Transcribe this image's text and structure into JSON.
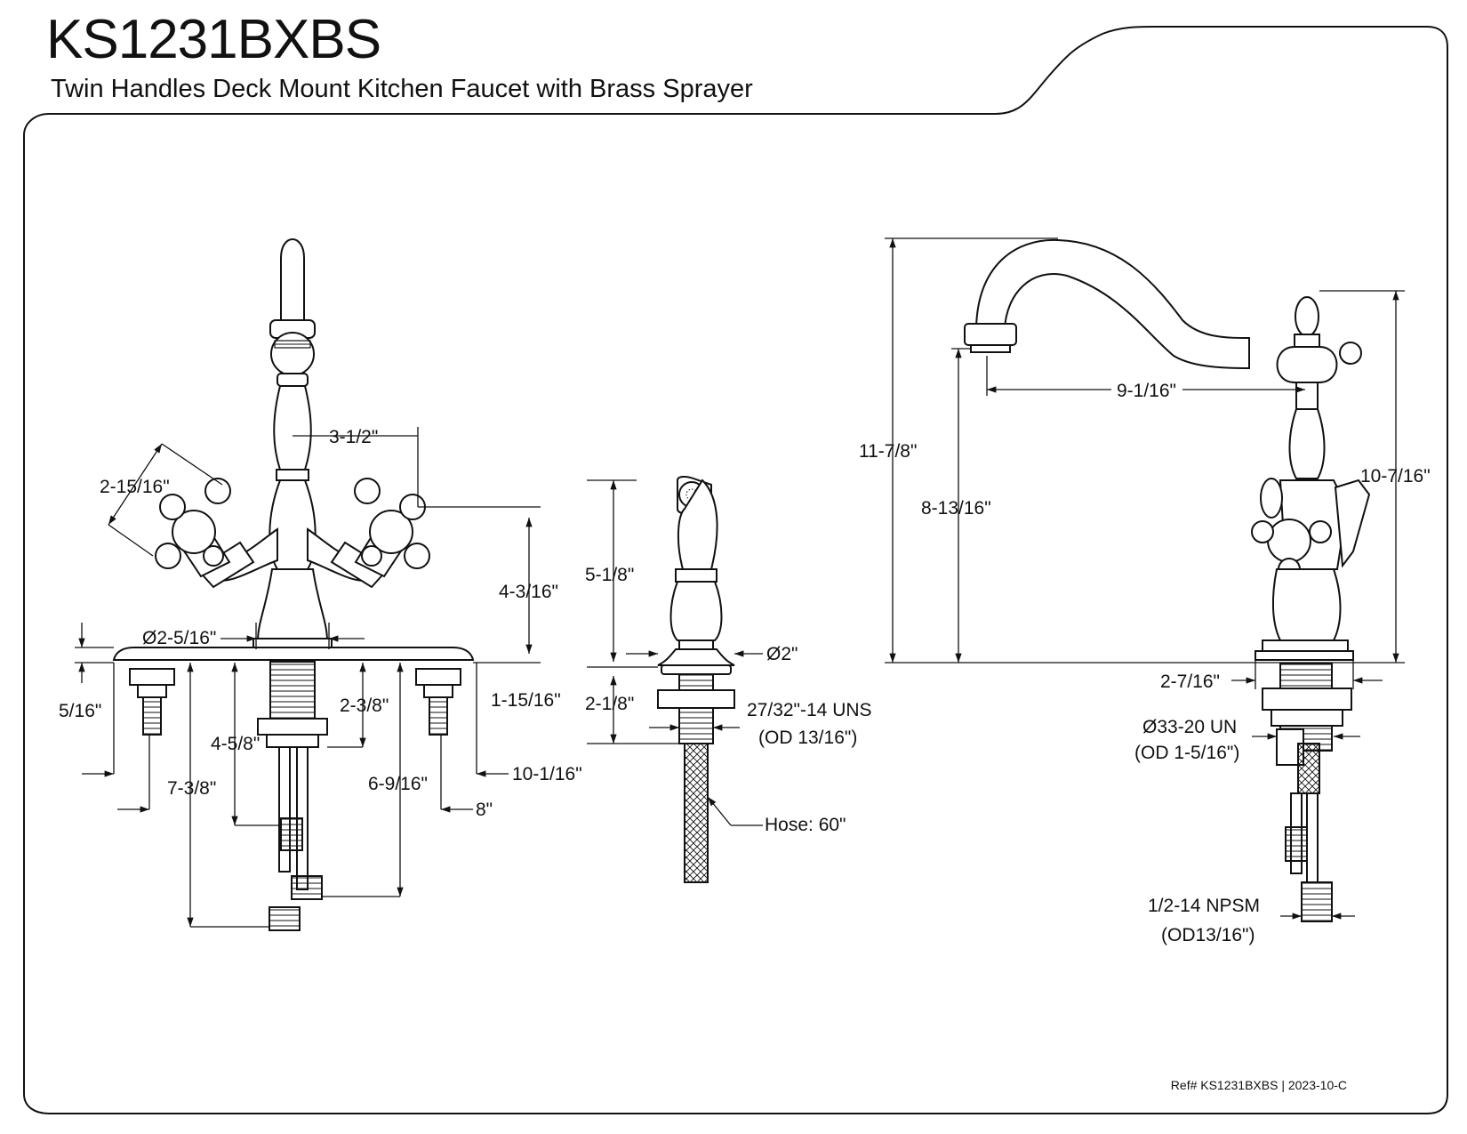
{
  "header": {
    "model": "KS1231BXBS",
    "subtitle": "Twin Handles Deck Mount Kitchen Faucet with Brass Sprayer"
  },
  "front_view": {
    "dims": {
      "handle_spread": "3-1/2\"",
      "handle_diag": "2-15/16\"",
      "handle_height": "4-3/16\"",
      "base_dia": "Ø2-5/16\"",
      "deck_thickness": "5/16\"",
      "shank_upper": "2-3/8\"",
      "shank_outer": "1-15/16\"",
      "shank_len": "4-5/8\"",
      "supply_len": "7-3/8\"",
      "supply_len2": "6-9/16\"",
      "plate_width": "10-1/16\"",
      "handle_center": "8\""
    }
  },
  "sprayer_view": {
    "dims": {
      "height": "5-1/8\"",
      "base_dia": "Ø2\"",
      "shank": "2-1/8\"",
      "thread": "27/32\"-14 UNS",
      "thread_od": "(OD 13/16\")",
      "hose": "Hose: 60\""
    }
  },
  "side_view": {
    "dims": {
      "reach": "9-1/16\"",
      "overall_height": "11-7/8\"",
      "spout_clearance": "8-13/16\"",
      "handle_height": "10-7/16\"",
      "base_dia": "2-7/16\"",
      "thread": "Ø33-20 UN",
      "thread_od": "(OD 1-5/16\")",
      "supply_thread": "1/2-14 NPSM",
      "supply_od": "(OD13/16\")"
    }
  },
  "footer": {
    "ref": "Ref# KS1231BXBS | 2023-10-C"
  }
}
